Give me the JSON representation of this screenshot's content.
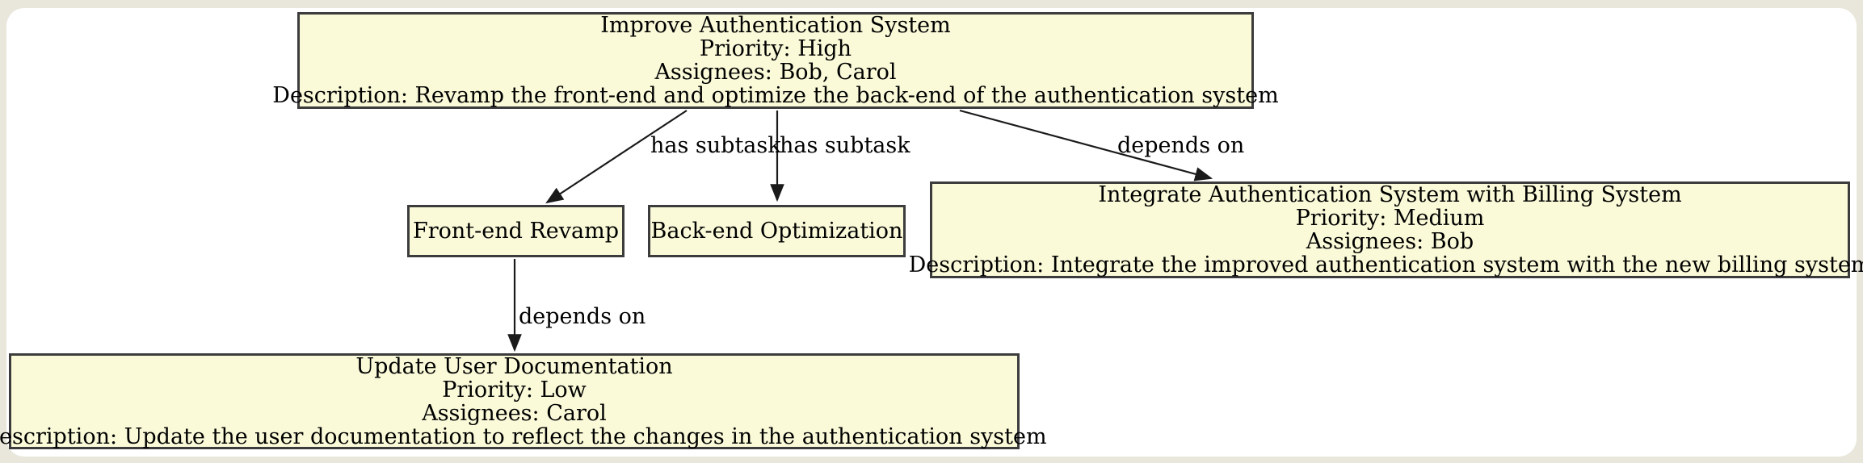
{
  "diagram": {
    "nodes": {
      "improve_auth": {
        "title": "Improve Authentication System",
        "priority": "Priority: High",
        "assignees": "Assignees: Bob, Carol",
        "description": "Description: Revamp the front-end and optimize the back-end of the authentication system"
      },
      "frontend": {
        "title": "Front-end Revamp"
      },
      "backend": {
        "title": "Back-end Optimization"
      },
      "integrate_billing": {
        "title": "Integrate Authentication System with Billing System",
        "priority": "Priority: Medium",
        "assignees": "Assignees: Bob",
        "description": "Description: Integrate the improved authentication system with the new billing system"
      },
      "update_docs": {
        "title": "Update User Documentation",
        "priority": "Priority: Low",
        "assignees": "Assignees: Carol",
        "description": "Description: Update the user documentation to reflect the changes in the authentication system"
      }
    },
    "edges": {
      "has_subtask_frontend": "has subtask",
      "has_subtask_backend": "has subtask",
      "depends_on_billing": "depends on",
      "depends_on_docs": "depends on"
    },
    "colors": {
      "node_fill": "#fafad9",
      "node_border": "#3c3c3c",
      "edge": "#1a1a1a",
      "background": "#e9e7dc",
      "panel": "#ffffff"
    }
  }
}
